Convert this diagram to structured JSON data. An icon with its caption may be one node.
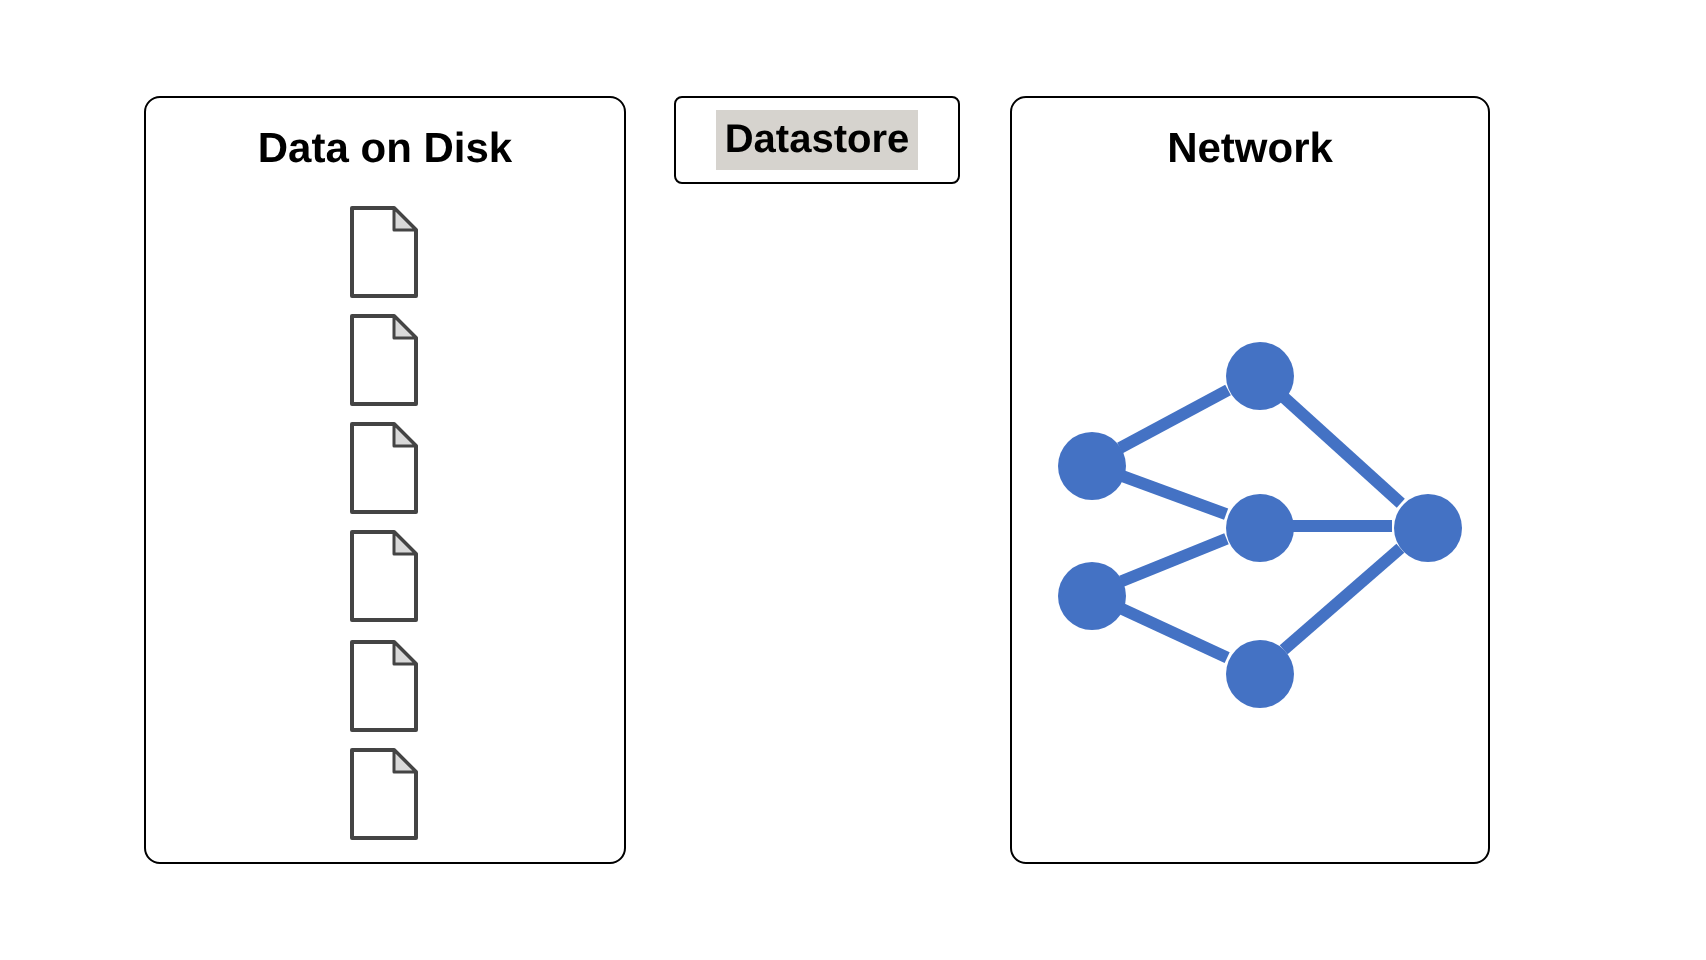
{
  "diagram": {
    "nodes": [
      {
        "text": [
          "Data on Disk"
        ]
      },
      {
        "text": [
          "Datastore"
        ]
      },
      {
        "text": [
          "Network"
        ]
      },
      {
        "text": [],
        "shape": "circle",
        "in": 2
      },
      {
        "text": [],
        "shape": "circle",
        "in": 2
      },
      {
        "text": [],
        "shape": "circle",
        "in": 2
      },
      {
        "text": [],
        "shape": "circle",
        "in": 2
      },
      {
        "text": [],
        "shape": "circle",
        "in": 2
      },
      {
        "text": [],
        "shape": "circle",
        "in": 2
      }
    ],
    "edges": [
      {
        "from": 3,
        "to": 5,
        "arrow": "none"
      },
      {
        "from": 3,
        "to": 6,
        "arrow": "none"
      },
      {
        "from": 4,
        "to": 6,
        "arrow": "none"
      },
      {
        "from": 4,
        "to": 7,
        "arrow": "none"
      },
      {
        "from": 5,
        "to": 8,
        "arrow": "none"
      },
      {
        "from": 6,
        "to": 8,
        "arrow": "none"
      },
      {
        "from": 7,
        "to": 8,
        "arrow": "none"
      }
    ]
  }
}
